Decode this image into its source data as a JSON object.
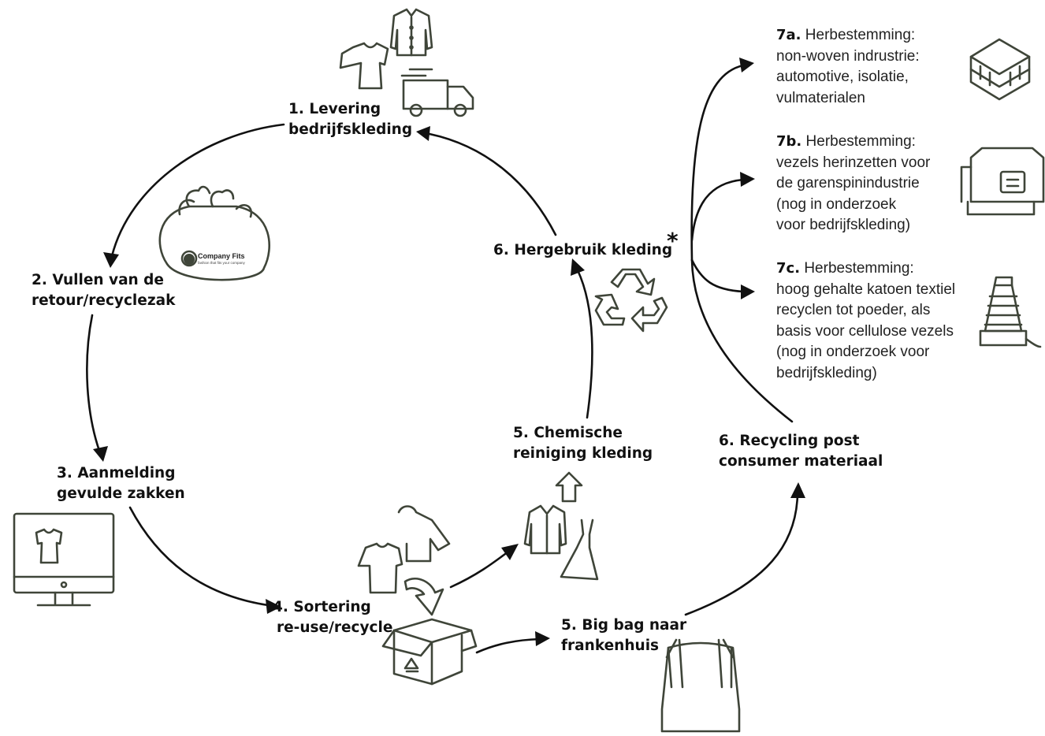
{
  "steps": {
    "s1": [
      "1. Levering",
      "bedrijfskleding"
    ],
    "s2": [
      "2. Vullen van de",
      "retour/recyclezak"
    ],
    "s3": [
      "3. Aanmelding",
      "gevulde zakken"
    ],
    "s4": [
      "4. Sortering",
      "re-use/recycle"
    ],
    "s5a": [
      "5. Chemische",
      "reiniging kleding"
    ],
    "s5b": [
      "5. Big bag naar",
      "frankenhuis"
    ],
    "s6a": "6. Hergebruik kleding",
    "s6a_mark": "*",
    "s6b": [
      "6. Recycling post",
      "consumer materiaal"
    ]
  },
  "destinations": [
    {
      "code": "7a.",
      "lines": [
        "Herbestemming:",
        "non-woven indrustrie:",
        "automotive, isolatie,",
        "vulmaterialen"
      ]
    },
    {
      "code": "7b.",
      "lines": [
        "Herbestemming:",
        "vezels herinzetten voor",
        "de garenspinindustrie",
        "(nog in onderzoek",
        "voor bedrijfskleding)"
      ]
    },
    {
      "code": "7c.",
      "lines": [
        "Herbestemming:",
        "hoog gehalte katoen textiel",
        "recyclen tot poeder, als",
        "basis voor cellulose vezels",
        "(nog in onderzoek voor",
        "bedrijfskleding)"
      ]
    }
  ],
  "bag_logo": {
    "name": "Company Fits",
    "tagline": "fashion that fits your company"
  },
  "colors": {
    "icon": "#3f4539",
    "text": "#111111",
    "arrow": "#111111"
  },
  "icons": [
    "jacket-icon",
    "tshirt-icon",
    "delivery-truck-icon",
    "laundry-bags-icon",
    "monitor-icon",
    "tshirt-icon",
    "jacket-icon",
    "hoodie-icon",
    "curved-arrow-icon",
    "box-recycle-icon",
    "blouse-icon",
    "dress-icon",
    "up-arrow-icon",
    "recycle-icon",
    "big-bag-icon",
    "layers-icon",
    "spinning-machine-icon",
    "yarn-cone-icon"
  ]
}
